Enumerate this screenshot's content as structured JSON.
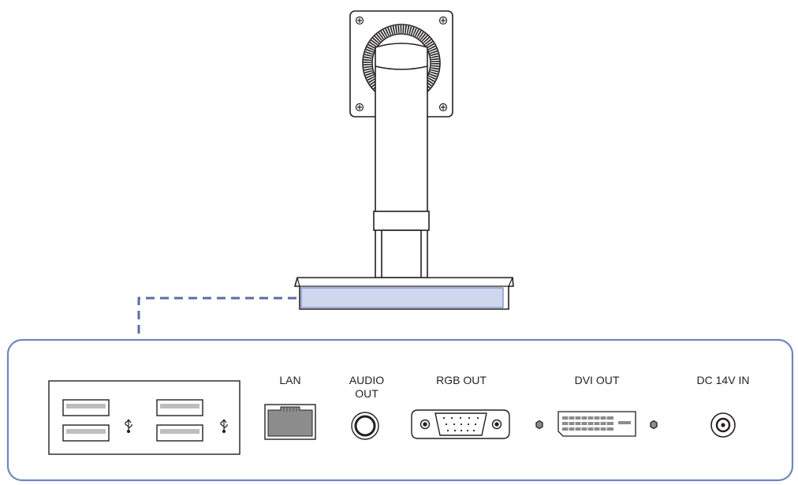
{
  "ports": [
    {
      "id": "lan",
      "label": "LAN"
    },
    {
      "id": "audio",
      "label": "AUDIO\nOUT"
    },
    {
      "id": "rgb",
      "label": "RGB OUT"
    },
    {
      "id": "dvi",
      "label": "DVI OUT"
    },
    {
      "id": "dc",
      "label": "DC 14V IN"
    }
  ],
  "colors": {
    "panel_border": "#6f87bf",
    "connector_dash": "#5a6e9e",
    "highlight_fill": "#cfd7ef",
    "line": "#231f20",
    "port_gray": "#8c8c8c"
  }
}
